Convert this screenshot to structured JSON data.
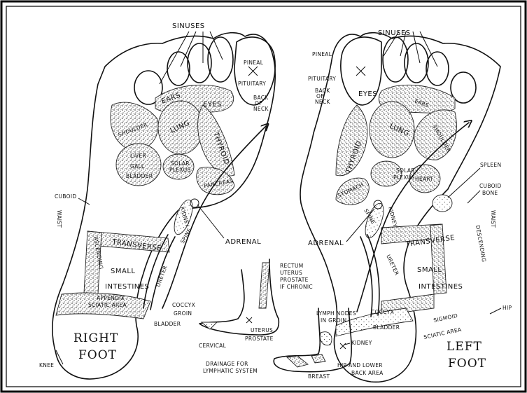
{
  "right_foot": {
    "title_line1": "RIGHT",
    "title_line2": "FOOT",
    "labels": {
      "sinuses": "SINUSES",
      "pineal": "PINEAL",
      "pituitary": "PITUITARY",
      "back_of_neck_1": "BACK",
      "back_of_neck_2": "OF",
      "back_of_neck_3": "NECK",
      "eyes": "EYES",
      "ears": "EARS",
      "shoulder": "SHOULDER",
      "lung": "LUNG",
      "thyroid": "THYROID",
      "liver": "LIVER",
      "gall": "GALL",
      "bladder_gall": "BLADDER",
      "solar_1": "SOLAR",
      "solar_2": "PLEXUS",
      "pancreas": "PANCREAS",
      "cuboid": "CUBOID",
      "waist": "WAIST",
      "kidney": "KIDNEY",
      "adrenal": "ADRENAL",
      "spine": "SPINE",
      "transverse": "TRANSVERSE",
      "ascending": "ASCENDING",
      "small": "SMALL",
      "intestines": "INTESTINES",
      "ureter": "URETER",
      "appendix": "APPENDIX",
      "sciatic": "SCIATIC AREA",
      "coccyx": "COCCYX",
      "groin": "GROIN",
      "bladder": "BLADDER",
      "knee": "KNEE"
    }
  },
  "left_foot": {
    "title_line1": "LEFT",
    "title_line2": "FOOT",
    "labels": {
      "sinuses": "SINUSES",
      "pineal": "PINEAL",
      "pituitary": "PITUITARY",
      "back_of_neck_1": "BACK",
      "back_of_neck_2": "OF",
      "back_of_neck_3": "NECK",
      "eyes": "EYES",
      "ears": "EARS",
      "lung": "LUNG",
      "shoulder": "SHOULDER",
      "thyroid": "THYROID",
      "solar_1": "SOLAR",
      "solar_2": "PLEXUS",
      "heart": "HEART",
      "stomach": "STOMACH",
      "spleen": "SPLEEN",
      "cuboid_1": "CUBOID",
      "cuboid_2": "BONE",
      "waist": "WAIST",
      "kidney": "KIDNEY",
      "adrenal": "ADRENAL",
      "spine": "SPINE",
      "transverse": "TRANSVERSE",
      "descending": "DESCENDING",
      "small": "SMALL",
      "intestines": "INTESTINES",
      "ureter": "URETER",
      "coccyx": "COCCYX",
      "bladder": "BLADDER",
      "sigmoid": "SIGMOID",
      "sciatic": "SCIATIC AREA",
      "hip": "HIP"
    }
  },
  "center": {
    "rectum_1": "RECTUM",
    "rectum_2": "UTERUS",
    "rectum_3": "PROSTATE",
    "rectum_4": "IF CHRONIC",
    "uterus": "UTERUS",
    "prostate": "PROSTATE",
    "cervical": "CERVICAL",
    "lymph_1": "LYMPH NODES",
    "lymph_2": "IN GROIN",
    "kidney": "KIDNEY",
    "hip_1": "HIP AND LOWER",
    "hip_2": "BACK AREA",
    "breast": "BREAST",
    "drainage_1": "DRAINAGE FOR",
    "drainage_2": "LYMPHATIC SYSTEM"
  }
}
